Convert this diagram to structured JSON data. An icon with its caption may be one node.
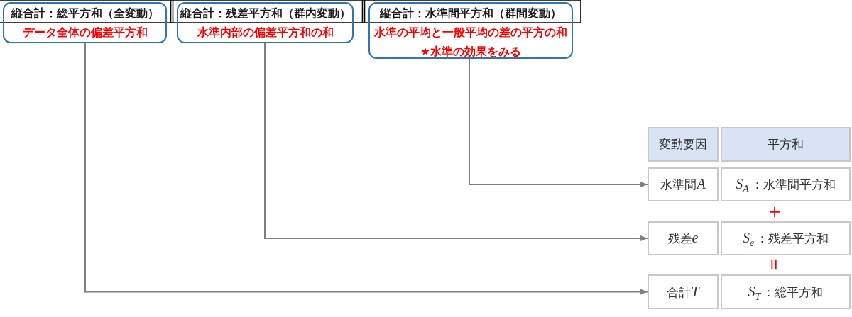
{
  "diagram": {
    "nodes": [
      {
        "text": [
          "縦合計：総平方和（全変動）",
          "データ全体の偏差平方和"
        ]
      },
      {
        "text": [
          "縦合計：残差平方和（群内変動）",
          "水準内部の偏差平方和の和"
        ]
      },
      {
        "text": [
          "縦合計：水準間平方和（群間変動）",
          "水準の平均と一般平均の差の平方の和",
          "★水準の効果をみる"
        ]
      },
      {
        "text": [
          "変動要因"
        ]
      },
      {
        "text": [
          "平方和"
        ]
      },
      {
        "text": [
          "水準間A"
        ]
      },
      {
        "text": [
          "*S*$_{A}$：水準間平方和"
        ]
      },
      {
        "text": [
          "残差e"
        ]
      },
      {
        "text": [
          "*S*$_{e}$：残差平方和"
        ]
      },
      {
        "text": [
          "合計T"
        ]
      },
      {
        "text": [
          "*S*$_{T}$：総平方和"
        ]
      }
    ],
    "edges": [
      {
        "from": 2,
        "to": 5,
        "arrow": "to"
      },
      {
        "from": 1,
        "to": 7,
        "arrow": "to"
      },
      {
        "from": 0,
        "to": 9,
        "arrow": "to"
      }
    ],
    "labels": [
      "＋",
      "＝"
    ]
  }
}
